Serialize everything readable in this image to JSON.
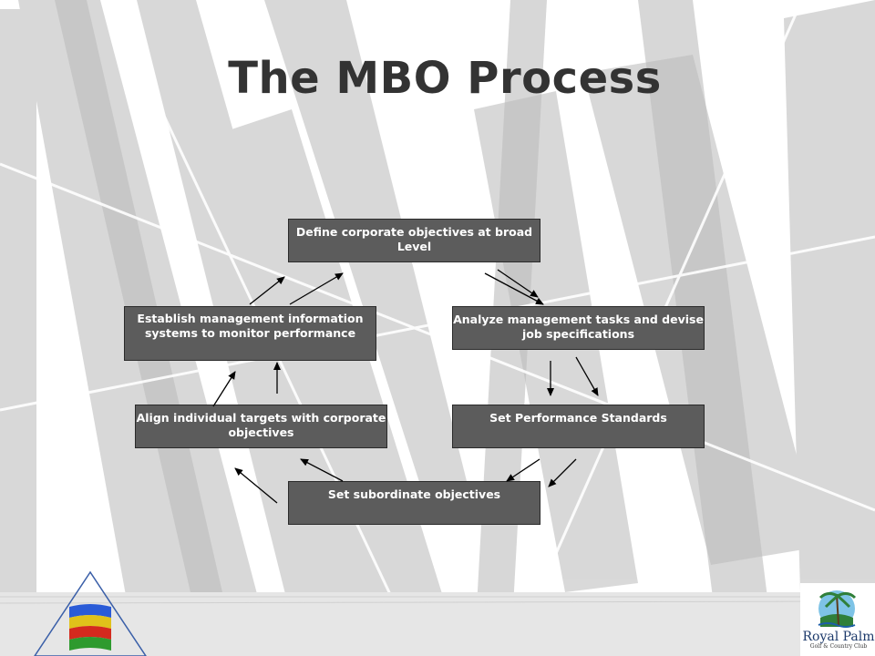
{
  "title": "The MBO Process",
  "boxes": {
    "define": "Define corporate objectives at broad Level",
    "analyze": "Analyze management tasks and devise job specifications",
    "standards": "Set Performance Standards",
    "subordinate": "Set subordinate objectives",
    "align": "Align individual targets with corporate objectives",
    "establish": "Establish management information systems to monitor performance"
  },
  "logos": {
    "right_name": "Royal Palm",
    "right_subtitle": "Golf & Country Club"
  },
  "colors": {
    "box_fill": "#5c5c5c",
    "box_text": "#ffffff",
    "title": "#333333",
    "background_shapes": "#cfcfcf"
  }
}
